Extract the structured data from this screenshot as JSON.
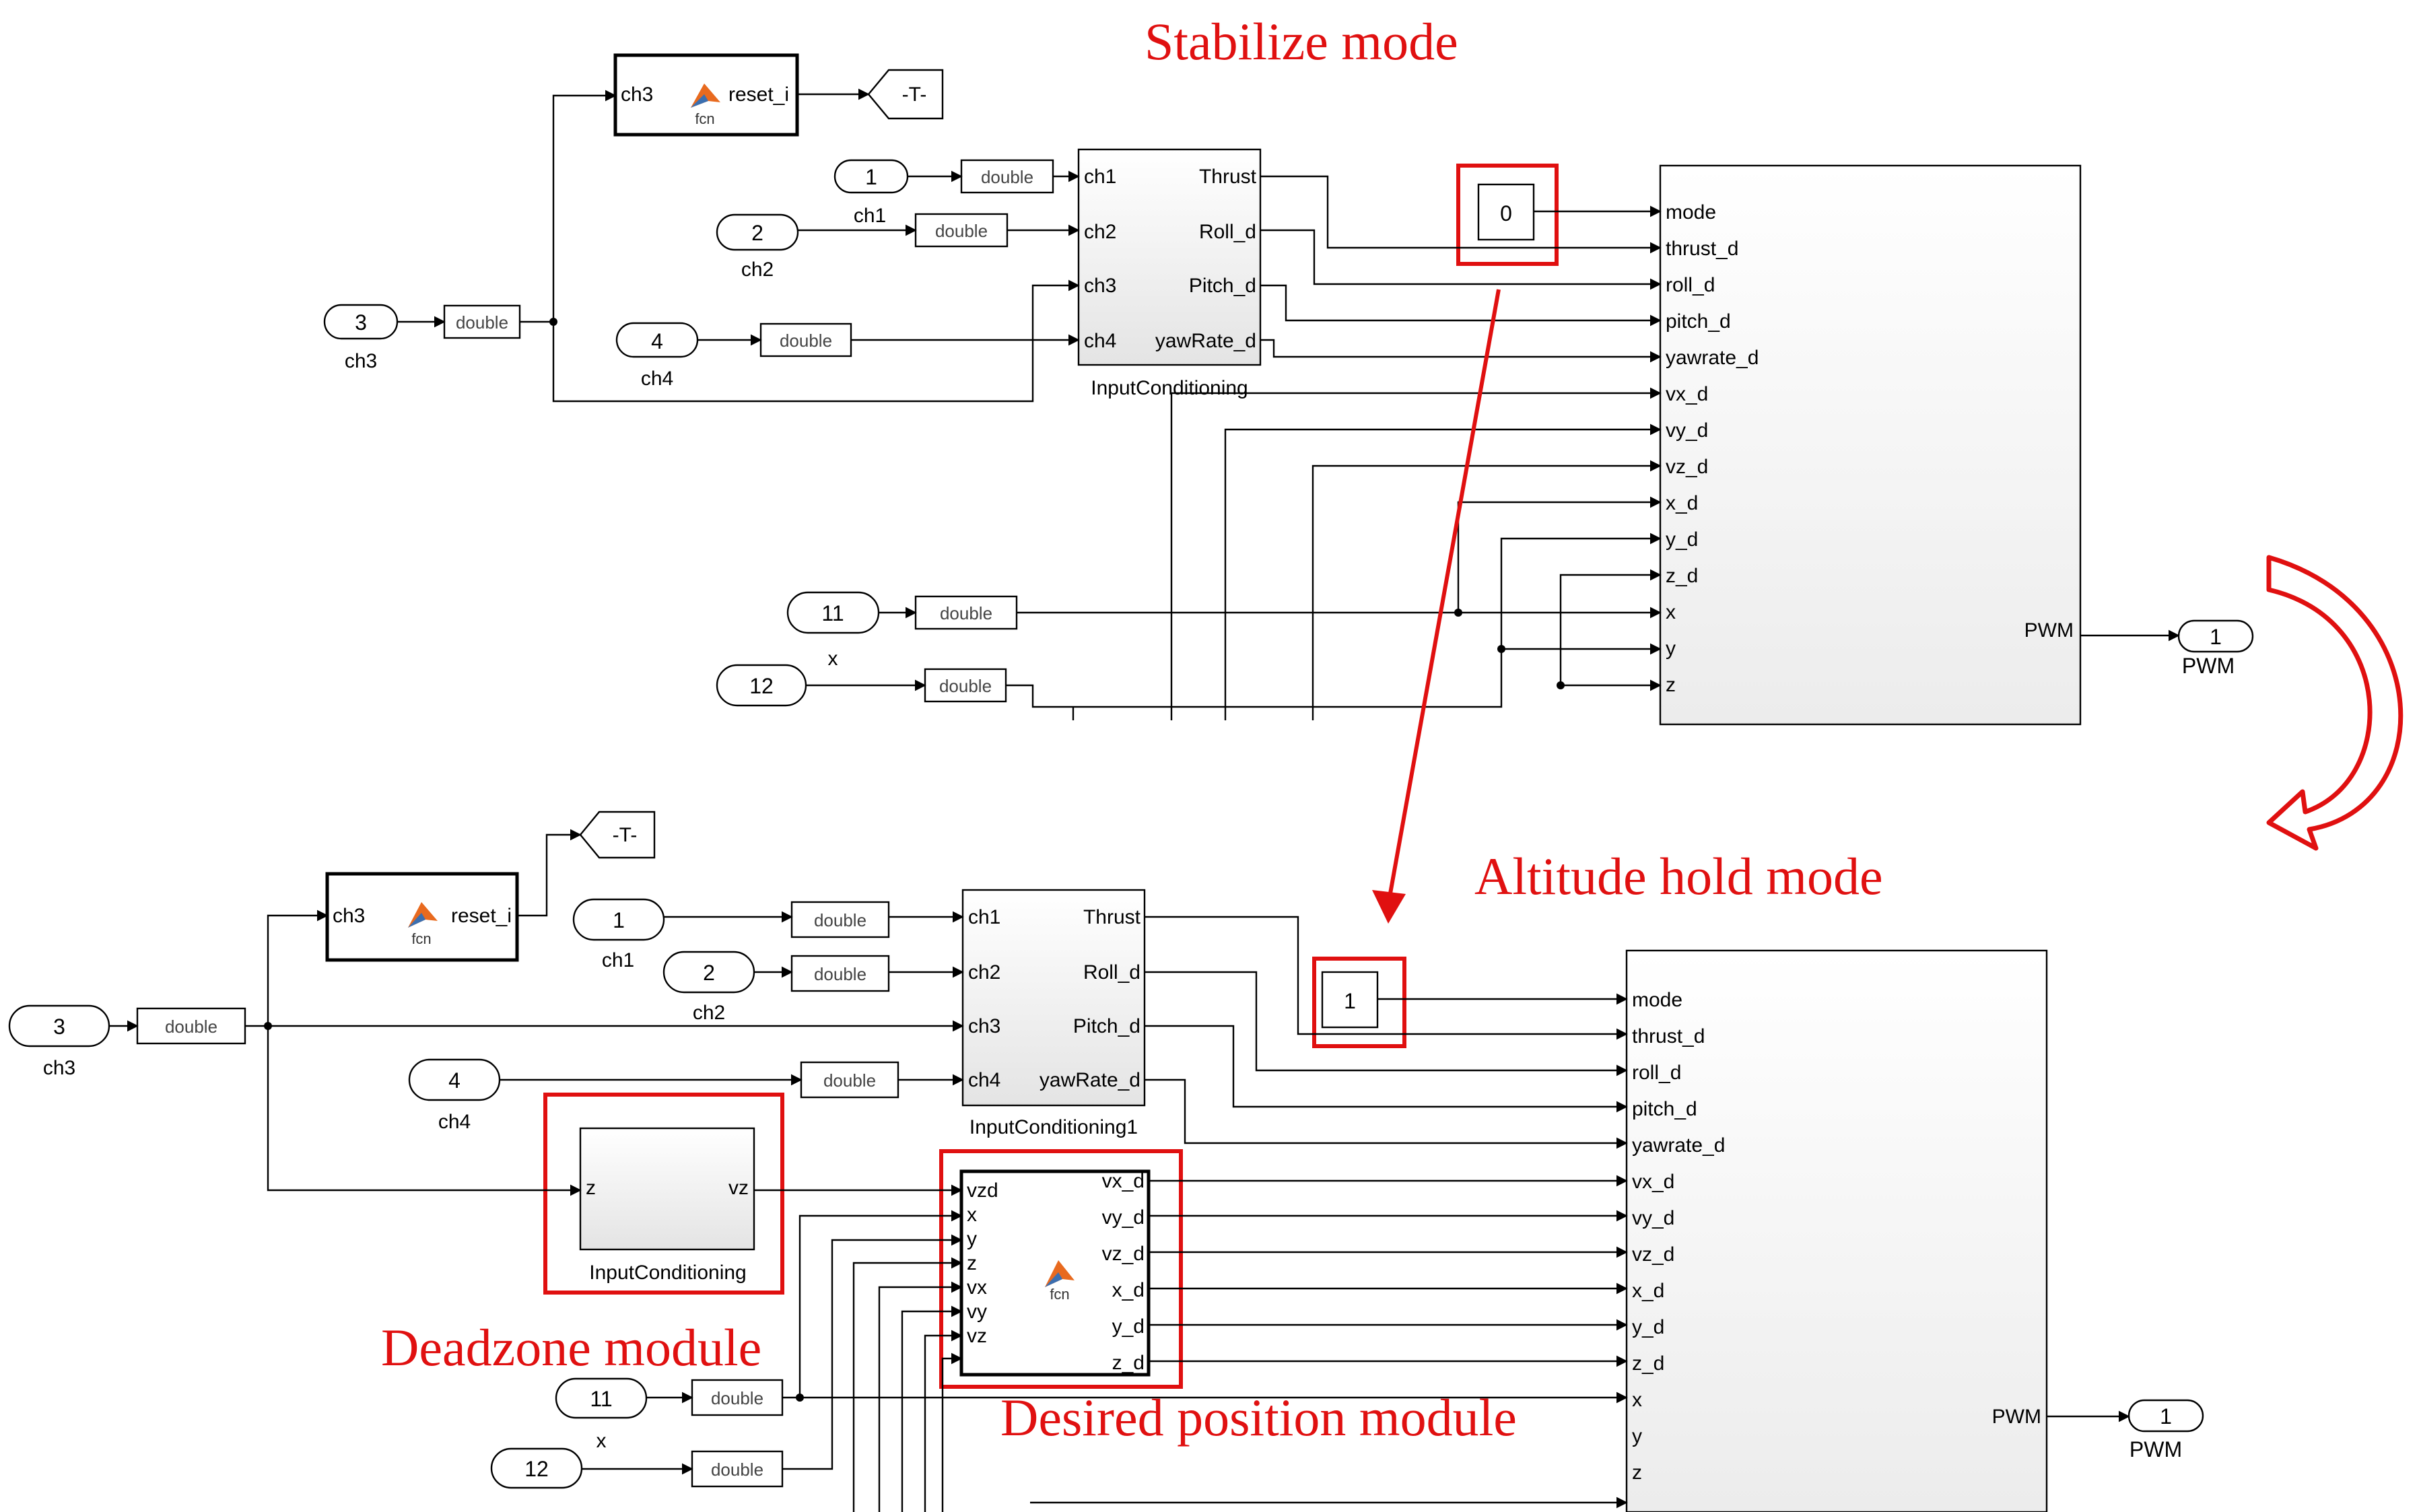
{
  "annotations": {
    "stabilize": "Stabilize mode",
    "altitude": "Altitude hold mode",
    "deadzone": "Deadzone module",
    "desired": "Desired position module"
  },
  "common": {
    "double": "double",
    "ch1": "ch1",
    "ch2": "ch2",
    "ch3": "ch3",
    "ch4": "ch4",
    "x": "x",
    "fcn": "fcn",
    "reset": "reset_i",
    "goto": "-T-",
    "pwm": "PWM"
  },
  "ports": {
    "p1": "1",
    "p2": "2",
    "p3": "3",
    "p4": "4",
    "p11": "11",
    "p12": "12"
  },
  "top": {
    "mode_value": "0",
    "cond_block": "InputConditioning",
    "cond_outputs": [
      "Thrust",
      "Roll_d",
      "Pitch_d",
      "yawRate_d"
    ],
    "controller_inputs": [
      "mode",
      "thrust_d",
      "roll_d",
      "pitch_d",
      "yawrate_d",
      "vx_d",
      "vy_d",
      "vz_d",
      "x_d",
      "y_d",
      "z_d",
      "x",
      "y",
      "z"
    ],
    "out_port": "1"
  },
  "bottom": {
    "mode_value": "1",
    "cond_block": "InputConditioning1",
    "cond_outputs": [
      "Thrust",
      "Roll_d",
      "Pitch_d",
      "yawRate_d"
    ],
    "deadzone_in": "z",
    "deadzone_out": "vz",
    "deadzone_name": "InputConditioning",
    "desired_inputs": [
      "vzd",
      "x",
      "y",
      "z",
      "vx",
      "vy",
      "vz"
    ],
    "desired_outputs": [
      "vx_d",
      "vy_d",
      "vz_d",
      "x_d",
      "y_d",
      "z_d"
    ],
    "controller_inputs": [
      "mode",
      "thrust_d",
      "roll_d",
      "pitch_d",
      "yawrate_d",
      "vx_d",
      "vy_d",
      "vz_d",
      "x_d",
      "y_d",
      "z_d",
      "x",
      "y",
      "z"
    ],
    "out_port": "1"
  },
  "colors": {
    "annotation": "#e01010",
    "wire": "#000000",
    "block_fill": "#f0f0f0"
  }
}
